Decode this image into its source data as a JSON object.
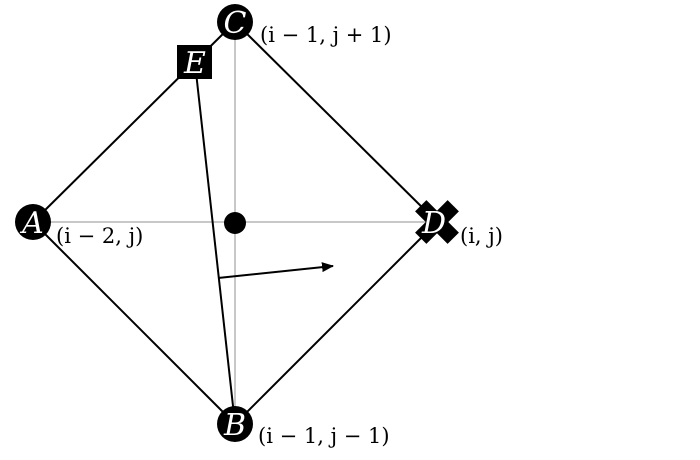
{
  "diagram": {
    "nodes": [
      {
        "id": "A",
        "label": "A",
        "coord": "(i − 2, j)",
        "shape": "circle"
      },
      {
        "id": "B",
        "label": "B",
        "coord": "(i − 1, j − 1)",
        "shape": "circle"
      },
      {
        "id": "C",
        "label": "C",
        "coord": "(i − 1, j + 1)",
        "shape": "circle"
      },
      {
        "id": "D",
        "label": "D",
        "coord": "(i, j)",
        "shape": "cross"
      },
      {
        "id": "E",
        "label": "E",
        "coord": "",
        "shape": "square"
      }
    ],
    "edges": [
      [
        "A",
        "C"
      ],
      [
        "C",
        "D"
      ],
      [
        "D",
        "B"
      ],
      [
        "B",
        "A"
      ],
      [
        "E",
        "B"
      ]
    ],
    "colors": {
      "stroke": "#000000",
      "grid": "#c8c8c8",
      "node_fill": "#000000",
      "node_text": "#ffffff"
    }
  }
}
